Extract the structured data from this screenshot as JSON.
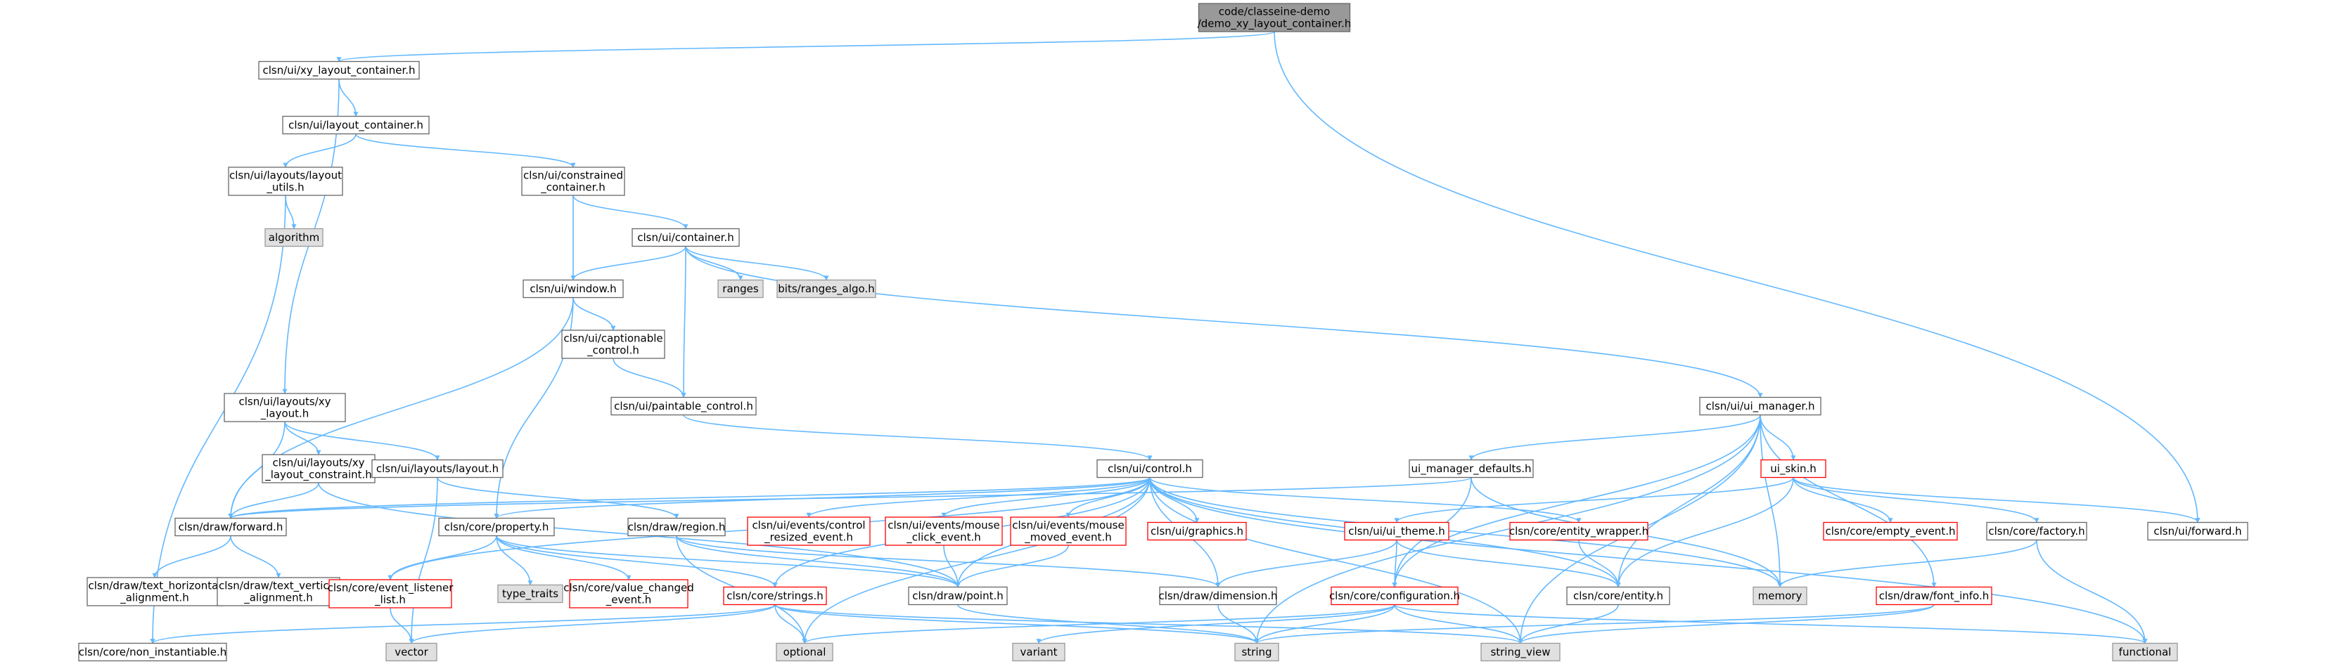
{
  "colors": {
    "background": "#ffffff",
    "edge": "#63b8ff",
    "arrowhead": "#63b8ff",
    "node_border": "#666666",
    "node_fill": "#ffffff",
    "root_fill": "#999999",
    "root_border": "#666666",
    "system_fill": "#e0e0e0",
    "system_border": "#999999",
    "incomplete_border": "#ff0000",
    "text": "#000000"
  },
  "legend_styles": {
    "root": "selected file (grey fill)",
    "normal": "documented header (black border)",
    "incomplete": "header with truncated graph (red border)",
    "system": "system / standard library header (grey box)"
  },
  "nodes": [
    {
      "id": "root",
      "style": "root",
      "lines": [
        "code/classeine-demo",
        "/demo_xy_layout_container.h"
      ]
    },
    {
      "id": "xy_layout_container",
      "style": "normal",
      "lines": [
        "clsn/ui/xy_layout_container.h"
      ]
    },
    {
      "id": "ui_forward",
      "style": "normal",
      "lines": [
        "clsn/ui/forward.h"
      ]
    },
    {
      "id": "layout_container",
      "style": "normal",
      "lines": [
        "clsn/ui/layout_container.h"
      ]
    },
    {
      "id": "layouts_layout_utils",
      "style": "normal",
      "lines": [
        "clsn/ui/layouts/layout",
        "_utils.h"
      ]
    },
    {
      "id": "constrained_container",
      "style": "normal",
      "lines": [
        "clsn/ui/constrained",
        "_container.h"
      ]
    },
    {
      "id": "algorithm",
      "style": "system",
      "lines": [
        "algorithm"
      ]
    },
    {
      "id": "container",
      "style": "normal",
      "lines": [
        "clsn/ui/container.h"
      ]
    },
    {
      "id": "window",
      "style": "normal",
      "lines": [
        "clsn/ui/window.h"
      ]
    },
    {
      "id": "ranges",
      "style": "system",
      "lines": [
        "ranges"
      ]
    },
    {
      "id": "bits_ranges_algo",
      "style": "system",
      "lines": [
        "bits/ranges_algo.h"
      ]
    },
    {
      "id": "captionable_control",
      "style": "normal",
      "lines": [
        "clsn/ui/captionable",
        "_control.h"
      ]
    },
    {
      "id": "xy_layout",
      "style": "normal",
      "lines": [
        "clsn/ui/layouts/xy",
        "_layout.h"
      ]
    },
    {
      "id": "paintable_control",
      "style": "normal",
      "lines": [
        "clsn/ui/paintable_control.h"
      ]
    },
    {
      "id": "ui_manager",
      "style": "normal",
      "lines": [
        "clsn/ui/ui_manager.h"
      ]
    },
    {
      "id": "xy_layout_constraint",
      "style": "normal",
      "lines": [
        "clsn/ui/layouts/xy",
        "_layout_constraint.h"
      ]
    },
    {
      "id": "layouts_layout",
      "style": "normal",
      "lines": [
        "clsn/ui/layouts/layout.h"
      ]
    },
    {
      "id": "control",
      "style": "normal",
      "lines": [
        "clsn/ui/control.h"
      ]
    },
    {
      "id": "ui_manager_defaults",
      "style": "normal",
      "lines": [
        "ui_manager_defaults.h"
      ]
    },
    {
      "id": "ui_skin",
      "style": "incomplete",
      "lines": [
        "ui_skin.h"
      ]
    },
    {
      "id": "draw_forward",
      "style": "normal",
      "lines": [
        "clsn/draw/forward.h"
      ]
    },
    {
      "id": "core_property",
      "style": "normal",
      "lines": [
        "clsn/core/property.h"
      ]
    },
    {
      "id": "draw_region",
      "style": "normal",
      "lines": [
        "clsn/draw/region.h"
      ]
    },
    {
      "id": "control_resized_event",
      "style": "incomplete",
      "lines": [
        "clsn/ui/events/control",
        "_resized_event.h"
      ]
    },
    {
      "id": "mouse_click_event",
      "style": "incomplete",
      "lines": [
        "clsn/ui/events/mouse",
        "_click_event.h"
      ]
    },
    {
      "id": "mouse_moved_event",
      "style": "incomplete",
      "lines": [
        "clsn/ui/events/mouse",
        "_moved_event.h"
      ]
    },
    {
      "id": "ui_graphics",
      "style": "incomplete",
      "lines": [
        "clsn/ui/graphics.h"
      ]
    },
    {
      "id": "ui_theme",
      "style": "incomplete",
      "lines": [
        "clsn/ui/ui_theme.h"
      ]
    },
    {
      "id": "entity_wrapper",
      "style": "incomplete",
      "lines": [
        "clsn/core/entity_wrapper.h"
      ]
    },
    {
      "id": "empty_event",
      "style": "incomplete",
      "lines": [
        "clsn/core/empty_event.h"
      ]
    },
    {
      "id": "core_factory",
      "style": "normal",
      "lines": [
        "clsn/core/factory.h"
      ]
    },
    {
      "id": "text_horizontal_alignment",
      "style": "normal",
      "lines": [
        "clsn/draw/text_horizontal",
        "_alignment.h"
      ]
    },
    {
      "id": "text_vertical_alignment",
      "style": "normal",
      "lines": [
        "clsn/draw/text_vertical",
        "_alignment.h"
      ]
    },
    {
      "id": "event_listener_list",
      "style": "incomplete",
      "lines": [
        "clsn/core/event_listener",
        "_list.h"
      ]
    },
    {
      "id": "type_traits",
      "style": "system",
      "lines": [
        "type_traits"
      ]
    },
    {
      "id": "value_changed_event",
      "style": "incomplete",
      "lines": [
        "clsn/core/value_changed",
        "_event.h"
      ]
    },
    {
      "id": "core_strings",
      "style": "incomplete",
      "lines": [
        "clsn/core/strings.h"
      ]
    },
    {
      "id": "draw_point",
      "style": "normal",
      "lines": [
        "clsn/draw/point.h"
      ]
    },
    {
      "id": "draw_dimension",
      "style": "normal",
      "lines": [
        "clsn/draw/dimension.h"
      ]
    },
    {
      "id": "core_configuration",
      "style": "incomplete",
      "lines": [
        "clsn/core/configuration.h"
      ]
    },
    {
      "id": "core_entity",
      "style": "normal",
      "lines": [
        "clsn/core/entity.h"
      ]
    },
    {
      "id": "memory",
      "style": "system",
      "lines": [
        "memory"
      ]
    },
    {
      "id": "font_info",
      "style": "incomplete",
      "lines": [
        "clsn/draw/font_info.h"
      ]
    },
    {
      "id": "vector",
      "style": "system",
      "lines": [
        "vector"
      ]
    },
    {
      "id": "non_instantiable",
      "style": "normal",
      "lines": [
        "clsn/core/non_instantiable.h"
      ]
    },
    {
      "id": "optional",
      "style": "system",
      "lines": [
        "optional"
      ]
    },
    {
      "id": "variant",
      "style": "system",
      "lines": [
        "variant"
      ]
    },
    {
      "id": "string",
      "style": "system",
      "lines": [
        "string"
      ]
    },
    {
      "id": "string_view",
      "style": "system",
      "lines": [
        "string_view"
      ]
    },
    {
      "id": "functional",
      "style": "system",
      "lines": [
        "functional"
      ]
    }
  ],
  "edges": [
    [
      "root",
      "xy_layout_container"
    ],
    [
      "root",
      "ui_forward"
    ],
    [
      "xy_layout_container",
      "layout_container"
    ],
    [
      "xy_layout_container",
      "xy_layout"
    ],
    [
      "layout_container",
      "layouts_layout_utils"
    ],
    [
      "layout_container",
      "constrained_container"
    ],
    [
      "layouts_layout_utils",
      "algorithm"
    ],
    [
      "layouts_layout_utils",
      "non_instantiable"
    ],
    [
      "constrained_container",
      "container"
    ],
    [
      "constrained_container",
      "window"
    ],
    [
      "container",
      "window"
    ],
    [
      "container",
      "ranges"
    ],
    [
      "container",
      "bits_ranges_algo"
    ],
    [
      "container",
      "paintable_control"
    ],
    [
      "container",
      "ui_manager"
    ],
    [
      "window",
      "captionable_control"
    ],
    [
      "window",
      "draw_forward"
    ],
    [
      "window",
      "core_property"
    ],
    [
      "captionable_control",
      "paintable_control"
    ],
    [
      "paintable_control",
      "control"
    ],
    [
      "xy_layout",
      "draw_forward"
    ],
    [
      "xy_layout",
      "xy_layout_constraint"
    ],
    [
      "xy_layout",
      "layouts_layout"
    ],
    [
      "xy_layout_constraint",
      "draw_forward"
    ],
    [
      "xy_layout_constraint",
      "draw_point"
    ],
    [
      "layouts_layout",
      "draw_region"
    ],
    [
      "layouts_layout",
      "vector"
    ],
    [
      "control",
      "draw_forward"
    ],
    [
      "control",
      "core_property"
    ],
    [
      "control",
      "control_resized_event"
    ],
    [
      "control",
      "mouse_click_event"
    ],
    [
      "control",
      "mouse_moved_event"
    ],
    [
      "control",
      "ui_graphics"
    ],
    [
      "control",
      "entity_wrapper"
    ],
    [
      "control",
      "event_listener_list"
    ],
    [
      "control",
      "draw_dimension"
    ],
    [
      "control",
      "draw_point"
    ],
    [
      "control",
      "core_entity"
    ],
    [
      "control",
      "memory"
    ],
    [
      "control",
      "core_strings"
    ],
    [
      "control",
      "string_view"
    ],
    [
      "control",
      "functional"
    ],
    [
      "control",
      "optional"
    ],
    [
      "ui_manager",
      "ui_manager_defaults"
    ],
    [
      "ui_manager",
      "ui_skin"
    ],
    [
      "ui_manager",
      "core_entity"
    ],
    [
      "ui_manager",
      "memory"
    ],
    [
      "ui_manager",
      "string"
    ],
    [
      "ui_manager",
      "string_view"
    ],
    [
      "ui_manager",
      "font_info"
    ],
    [
      "ui_manager",
      "core_configuration"
    ],
    [
      "ui_manager_defaults",
      "draw_forward"
    ],
    [
      "ui_manager_defaults",
      "core_configuration"
    ],
    [
      "ui_manager_defaults",
      "memory"
    ],
    [
      "ui_skin",
      "ui_theme"
    ],
    [
      "ui_skin",
      "empty_event"
    ],
    [
      "ui_skin",
      "core_factory"
    ],
    [
      "ui_skin",
      "ui_forward"
    ],
    [
      "ui_skin",
      "core_entity"
    ],
    [
      "ui_theme",
      "draw_dimension"
    ],
    [
      "ui_theme",
      "core_configuration"
    ],
    [
      "ui_theme",
      "core_entity"
    ],
    [
      "entity_wrapper",
      "core_entity"
    ],
    [
      "core_factory",
      "memory"
    ],
    [
      "core_factory",
      "functional"
    ],
    [
      "draw_forward",
      "text_horizontal_alignment"
    ],
    [
      "draw_forward",
      "text_vertical_alignment"
    ],
    [
      "core_property",
      "event_listener_list"
    ],
    [
      "core_property",
      "type_traits"
    ],
    [
      "core_property",
      "value_changed_event"
    ],
    [
      "core_property",
      "core_strings"
    ],
    [
      "core_property",
      "draw_point"
    ],
    [
      "draw_region",
      "draw_point"
    ],
    [
      "draw_region",
      "draw_dimension"
    ],
    [
      "draw_region",
      "optional"
    ],
    [
      "mouse_click_event",
      "draw_point"
    ],
    [
      "mouse_moved_event",
      "draw_point"
    ],
    [
      "event_listener_list",
      "vector"
    ],
    [
      "core_strings",
      "vector"
    ],
    [
      "core_strings",
      "optional"
    ],
    [
      "core_strings",
      "string"
    ],
    [
      "core_strings",
      "string_view"
    ],
    [
      "core_strings",
      "non_instantiable"
    ],
    [
      "draw_point",
      "string"
    ],
    [
      "draw_dimension",
      "string"
    ],
    [
      "core_configuration",
      "optional"
    ],
    [
      "core_configuration",
      "variant"
    ],
    [
      "core_configuration",
      "string"
    ],
    [
      "core_configuration",
      "string_view"
    ],
    [
      "core_configuration",
      "functional"
    ],
    [
      "core_entity",
      "string_view"
    ],
    [
      "font_info",
      "string"
    ],
    [
      "font_info",
      "string_view"
    ]
  ]
}
